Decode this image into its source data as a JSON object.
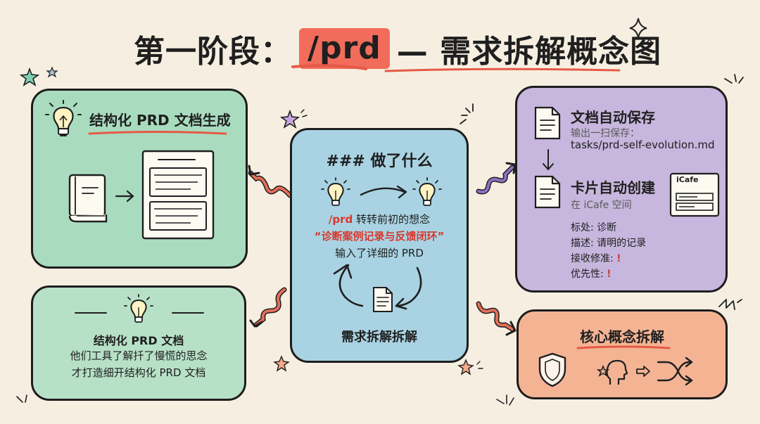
{
  "title": {
    "prefix": "第一阶段：",
    "highlight": "/prd",
    "suffix": "— 需求拆解概念图"
  },
  "left_top": {
    "title": "结构化 PRD 文档生成"
  },
  "left_bottom": {
    "title": "结构化 PRD 文档",
    "line1": "他们工具了解扦了慢慌的思念",
    "line2": "才打造细开结构化 PRD 文档"
  },
  "center": {
    "title": "### 做了什么",
    "line1_cmd": "/prd",
    "line1_rest": " 转转前初的想念",
    "line2": "“诊断案例记录与反馈闭环”",
    "line3": "输入了详细的 PRD",
    "footer": "需求拆解拆解"
  },
  "right_top": {
    "save_title": "文档自动保存",
    "save_sub": "输出一扫保存：",
    "save_path": "tasks/prd-self-evolution.md",
    "card_title": "卡片自动创建",
    "card_sub": "在 iCafe 空间",
    "icafe_label": "iCafe",
    "fields": [
      {
        "label": "标处: 诊断",
        "mark": ""
      },
      {
        "label": "描述: 请明的记录",
        "mark": ""
      },
      {
        "label": "接收修准: ",
        "mark": "!"
      },
      {
        "label": "优先性: ",
        "mark": "!"
      }
    ]
  },
  "right_bottom": {
    "title": "核心概念拆解"
  },
  "colors": {
    "background": "#f6efe1",
    "accent_red": "#f26c5b",
    "green_card": "#a9dcbf",
    "blue_card": "#a9d3e3",
    "purple_card": "#c7b6dd",
    "orange_card": "#f4b494"
  }
}
